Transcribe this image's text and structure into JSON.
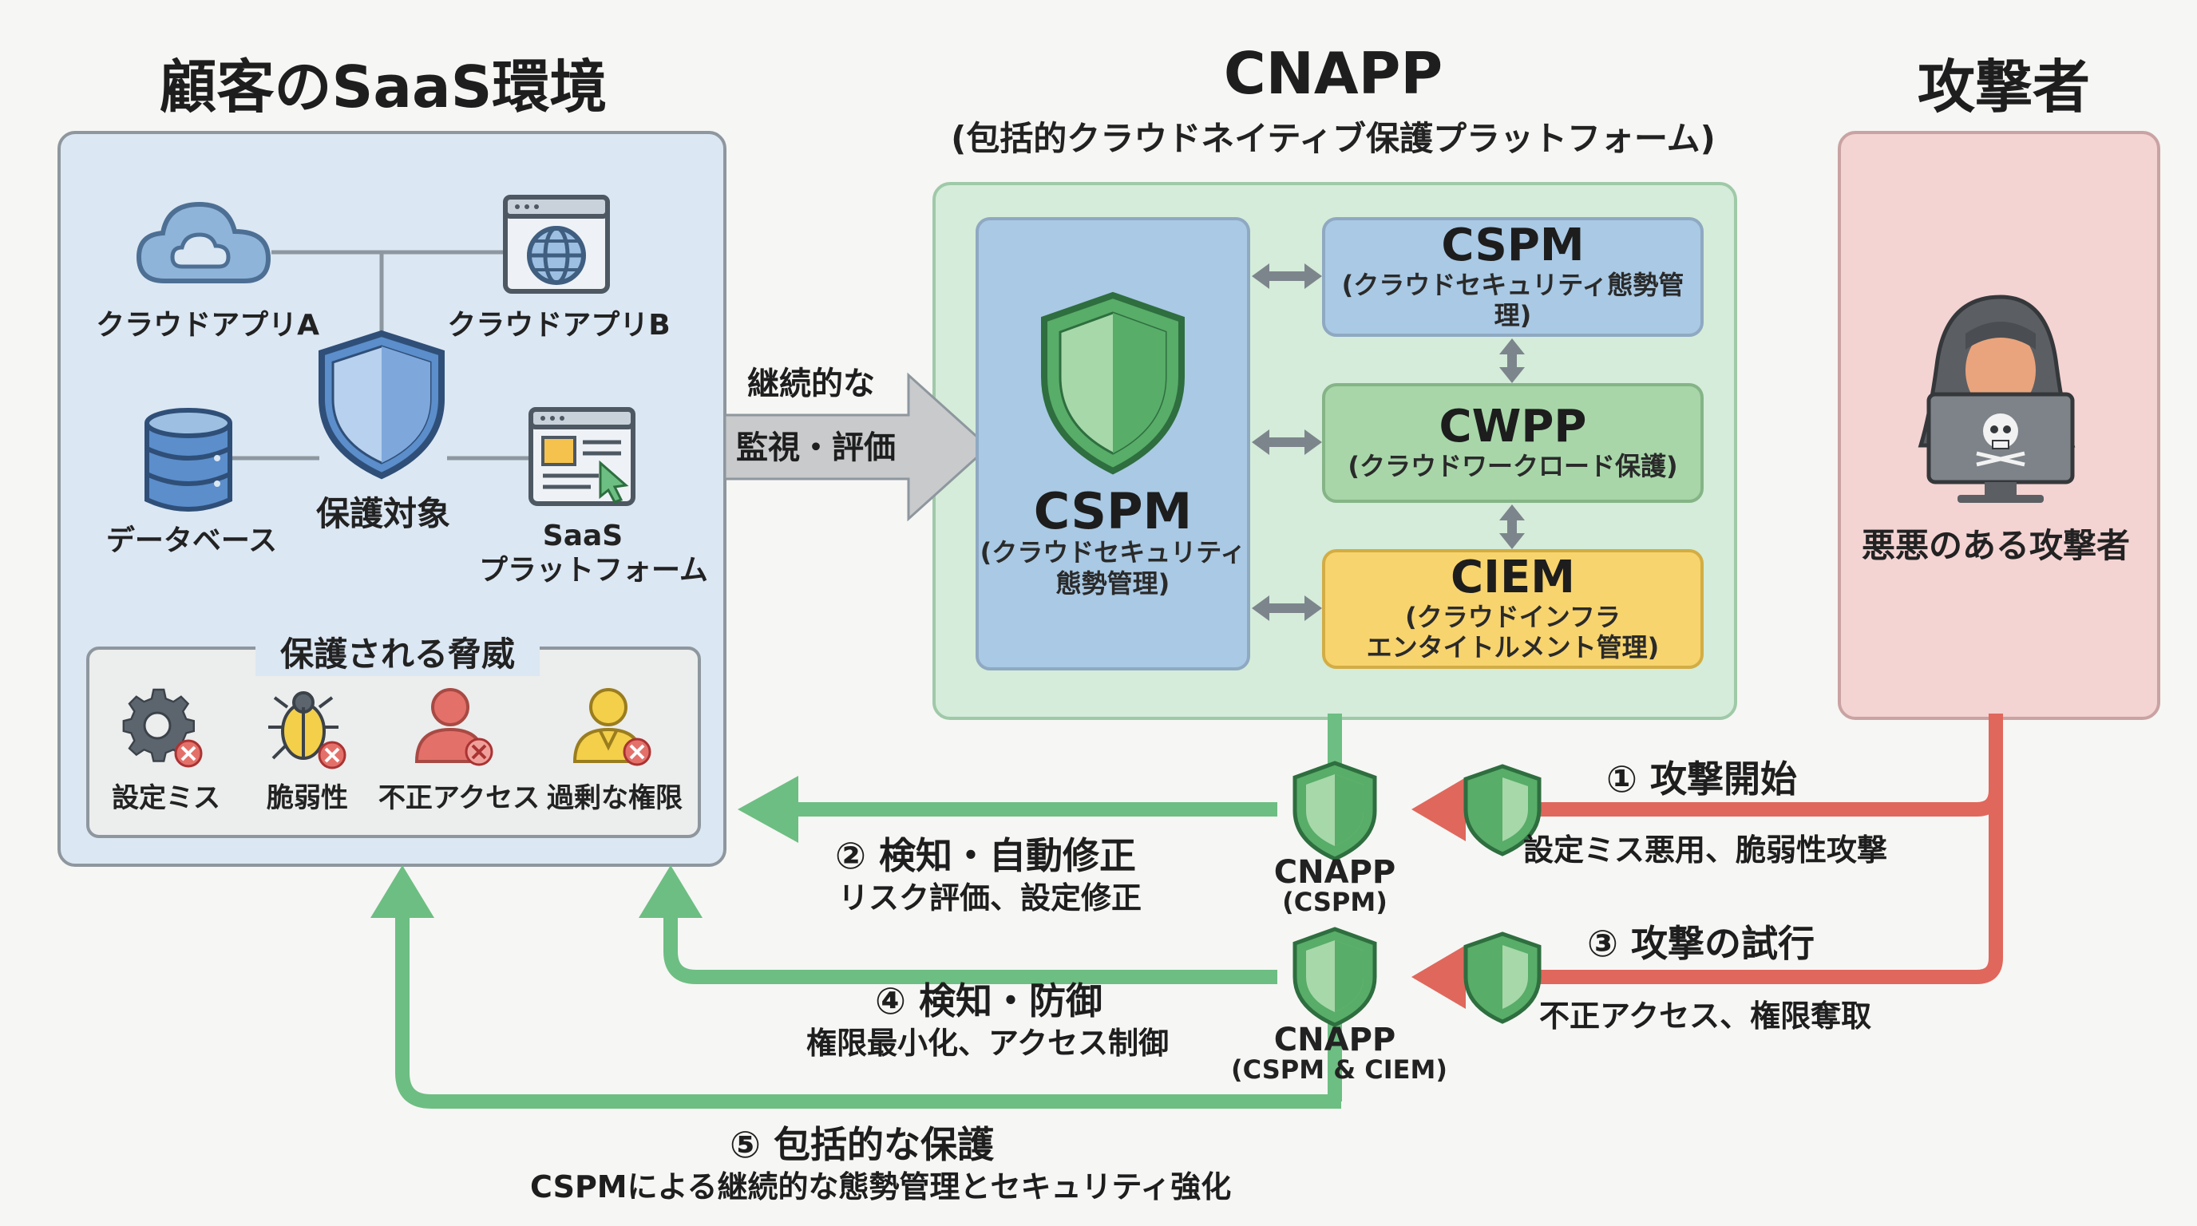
{
  "customer": {
    "title": "顧客のSaaS環境",
    "app_a": "クラウドアプリA",
    "app_b": "クラウドアプリB",
    "database": "データベース",
    "saas_line1": "SaaS",
    "saas_line2": "プラットフォーム",
    "protected": "保護対象",
    "threats_title": "保護される脅威",
    "threats": [
      "設定ミス",
      "脆弱性",
      "不正アクセス",
      "過剰な権限"
    ]
  },
  "cnapp": {
    "title": "CNAPP",
    "subtitle": "(包括的クラウドネイティブ保護プラットフォーム)",
    "main_title": "CSPM",
    "main_sub1": "(クラウドセキュリティ",
    "main_sub2": "態勢管理)",
    "cspm_title": "CSPM",
    "cspm_sub": "(クラウドセキュリティ態勢管理)",
    "cwpp_title": "CWPP",
    "cwpp_sub": "(クラウドワークロード保護)",
    "ciem_title": "CIEM",
    "ciem_sub1": "(クラウドインフラ",
    "ciem_sub2": "エンタイトルメント管理)"
  },
  "attacker": {
    "title": "攻撃者",
    "label": "悪悪のある攻撃者"
  },
  "monitor": {
    "line1": "継続的な",
    "line2": "監視・評価"
  },
  "flows": {
    "step1_title": "① 攻撃開始",
    "step1_sub": "設定ミス悪用、脆弱性攻撃",
    "step2_title": "② 検知・自動修正",
    "step2_sub": "リスク評価、設定修正",
    "step3_title": "③ 攻撃の試行",
    "step3_sub": "不正アクセス、権限奪取",
    "step4_title": "④ 検知・防御",
    "step4_sub": "権限最小化、アクセス制御",
    "step5_title": "⑤ 包括的な保護",
    "step5_sub": "CSPMによる継続的な態勢管理とセキュリティ強化",
    "node1_title": "CNAPP",
    "node1_sub": "(CSPM)",
    "node2_title": "CNAPP",
    "node2_sub": "(CSPM & CIEM)"
  },
  "colors": {
    "customer_bg": "#dbe7f3",
    "cnapp_bg": "#d4ecd9",
    "attacker_bg": "#f4d3d3",
    "green_arrow": "#6dbe82",
    "red_arrow": "#e0675c",
    "cspm_box": "#a9c9e4",
    "cwpp_box": "#a8d6a9",
    "ciem_box": "#f8d46e"
  }
}
